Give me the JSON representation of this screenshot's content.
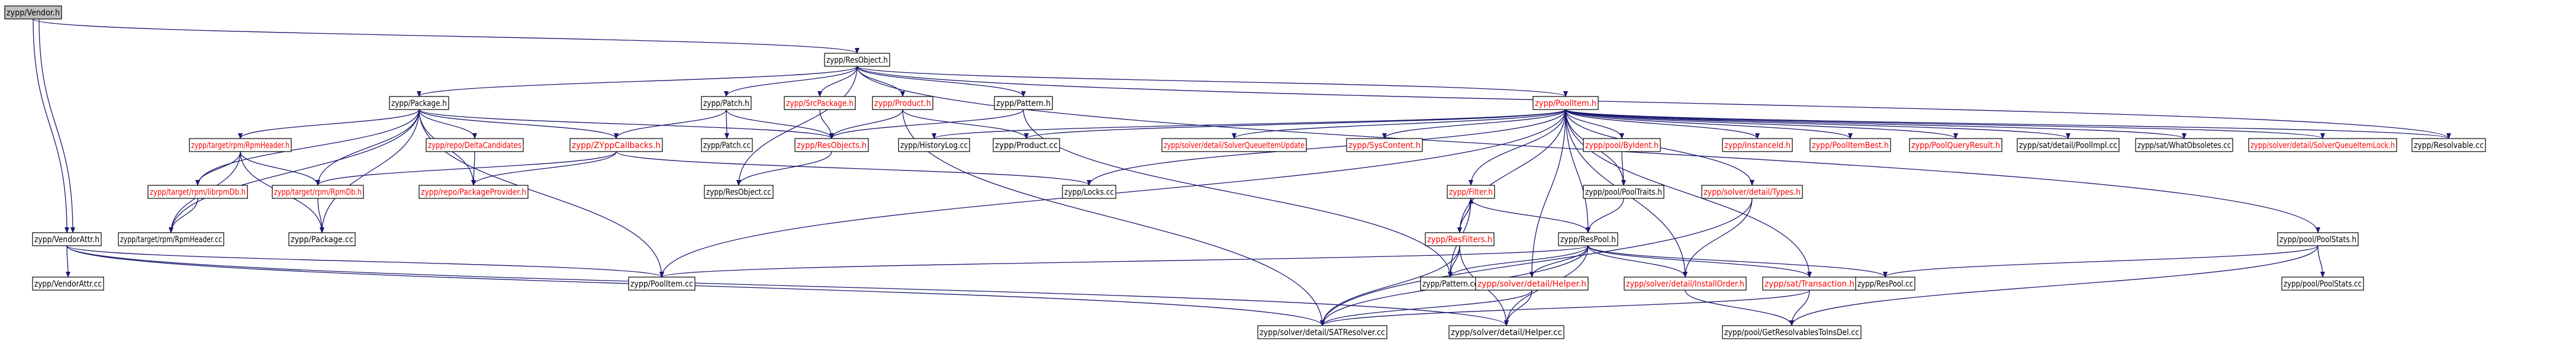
{
  "graph": {
    "colors": {
      "background": "#ffffff",
      "edge": "#191970",
      "root_fill": "#bfbfbf",
      "node_fill": "#ffffff",
      "link_text": "#000000",
      "red_text": "#ff0000"
    },
    "nodes": [
      {
        "id": "vendor_h",
        "label": "zypp/Vendor.h",
        "style": "root"
      },
      {
        "id": "resobject_h",
        "label": "zypp/ResObject.h",
        "style": "normal"
      },
      {
        "id": "package_h",
        "label": "zypp/Package.h",
        "style": "normal"
      },
      {
        "id": "patch_h",
        "label": "zypp/Patch.h",
        "style": "normal"
      },
      {
        "id": "srcpackage_h",
        "label": "zypp/SrcPackage.h",
        "style": "red"
      },
      {
        "id": "product_h",
        "label": "zypp/Product.h",
        "style": "red"
      },
      {
        "id": "pattern_h",
        "label": "zypp/Pattern.h",
        "style": "normal"
      },
      {
        "id": "poolitem_h",
        "label": "zypp/PoolItem.h",
        "style": "red"
      },
      {
        "id": "rpmheader_h",
        "label": "zypp/target/rpm/RpmHeader.h",
        "style": "red"
      },
      {
        "id": "datacandidates_h",
        "label": "zypp/repo/DeltaCandidates",
        "style": "red"
      },
      {
        "id": "zyppcallbacks_h",
        "label": "zypp/ZYppCallbacks.h",
        "style": "red"
      },
      {
        "id": "patch_cc",
        "label": "zypp/Patch.cc",
        "style": "normal"
      },
      {
        "id": "resobjects_h",
        "label": "zypp/ResObjects.h",
        "style": "red"
      },
      {
        "id": "historylog_cc",
        "label": "zypp/HistoryLog.cc",
        "style": "normal"
      },
      {
        "id": "product_cc",
        "label": "zypp/Product.cc",
        "style": "normal"
      },
      {
        "id": "sqiu_h",
        "label": "zypp/solver/detail/SolverQueueItemUpdate",
        "style": "red"
      },
      {
        "id": "syscontent_h",
        "label": "zypp/SysContent.h",
        "style": "red"
      },
      {
        "id": "byident_h",
        "label": "zypp/pool/ByIdent.h",
        "style": "red"
      },
      {
        "id": "instanceid_h",
        "label": "zypp/InstanceId.h",
        "style": "red"
      },
      {
        "id": "poolitembest_h",
        "label": "zypp/PoolItemBest.h",
        "style": "red"
      },
      {
        "id": "poolqueryresult_h",
        "label": "zypp/PoolQueryResult.h",
        "style": "red"
      },
      {
        "id": "poolimpl_cc",
        "label": "zypp/sat/detail/PoolImpl.cc",
        "style": "normal"
      },
      {
        "id": "whatobsoletes_cc",
        "label": "zypp/sat/WhatObsoletes.cc",
        "style": "normal"
      },
      {
        "id": "sqil_h",
        "label": "zypp/solver/detail/SolverQueueItemLock.h",
        "style": "red"
      },
      {
        "id": "resolvable_cc",
        "label": "zypp/Resolvable.cc",
        "style": "normal"
      },
      {
        "id": "librpmdb_h",
        "label": "zypp/target/rpm/librpmDb.h",
        "style": "red"
      },
      {
        "id": "rpmdb_h",
        "label": "zypp/target/rpm/RpmDb.h",
        "style": "red"
      },
      {
        "id": "packageprovider_h",
        "label": "zypp/repo/PackageProvider.h",
        "style": "red"
      },
      {
        "id": "resobject_cc",
        "label": "zypp/ResObject.cc",
        "style": "normal"
      },
      {
        "id": "locks_cc",
        "label": "zypp/Locks.cc",
        "style": "normal"
      },
      {
        "id": "filter_h",
        "label": "zypp/Filter.h",
        "style": "red"
      },
      {
        "id": "pooltraits_h",
        "label": "zypp/pool/PoolTraits.h",
        "style": "normal"
      },
      {
        "id": "types_h",
        "label": "zypp/solver/detail/Types.h",
        "style": "red"
      },
      {
        "id": "vendorattr_h",
        "label": "zypp/VendorAttr.h",
        "style": "normal"
      },
      {
        "id": "rpmheader_cc",
        "label": "zypp/target/rpm/RpmHeader.cc",
        "style": "normal"
      },
      {
        "id": "package_cc",
        "label": "zypp/Package.cc",
        "style": "normal"
      },
      {
        "id": "resfilters_h",
        "label": "zypp/ResFilters.h",
        "style": "red"
      },
      {
        "id": "respool_h",
        "label": "zypp/ResPool.h",
        "style": "normal"
      },
      {
        "id": "poolstats_h",
        "label": "zypp/pool/PoolStats.h",
        "style": "normal"
      },
      {
        "id": "vendorattr_cc",
        "label": "zypp/VendorAttr.cc",
        "style": "normal"
      },
      {
        "id": "poolitem_cc",
        "label": "zypp/PoolItem.cc",
        "style": "normal"
      },
      {
        "id": "pattern_cc",
        "label": "zypp/Pattern.cc",
        "style": "normal"
      },
      {
        "id": "helper_h",
        "label": "zypp/solver/detail/Helper.h",
        "style": "red"
      },
      {
        "id": "installorder_h",
        "label": "zypp/solver/detail/InstallOrder.h",
        "style": "red"
      },
      {
        "id": "transaction_h",
        "label": "zypp/sat/Transaction.h",
        "style": "red"
      },
      {
        "id": "respool_cc",
        "label": "zypp/ResPool.cc",
        "style": "normal"
      },
      {
        "id": "poolstats_cc",
        "label": "zypp/pool/PoolStats.cc",
        "style": "normal"
      },
      {
        "id": "satresolver_cc",
        "label": "zypp/solver/detail/SATResolver.cc",
        "style": "normal"
      },
      {
        "id": "helper_cc",
        "label": "zypp/solver/detail/Helper.cc",
        "style": "normal"
      },
      {
        "id": "getresolvables_cc",
        "label": "zypp/pool/GetResolvablesToInsDel.cc",
        "style": "normal"
      }
    ],
    "edges": [
      [
        "vendor_h",
        "resobject_h"
      ],
      [
        "vendor_h",
        "vendorattr_h"
      ],
      [
        "vendor_h",
        "vendorattr_h"
      ],
      [
        "resobject_h",
        "package_h"
      ],
      [
        "resobject_h",
        "patch_h"
      ],
      [
        "resobject_h",
        "srcpackage_h"
      ],
      [
        "resobject_h",
        "product_h"
      ],
      [
        "resobject_h",
        "pattern_h"
      ],
      [
        "resobject_h",
        "poolitem_h"
      ],
      [
        "resobject_h",
        "resobject_cc"
      ],
      [
        "resobject_h",
        "resolvable_cc"
      ],
      [
        "resobject_h",
        "poolstats_h"
      ],
      [
        "package_h",
        "rpmheader_h"
      ],
      [
        "package_h",
        "datacandidates_h"
      ],
      [
        "package_h",
        "zyppcallbacks_h"
      ],
      [
        "package_h",
        "resobjects_h"
      ],
      [
        "package_h",
        "librpmdb_h"
      ],
      [
        "package_h",
        "rpmdb_h"
      ],
      [
        "package_h",
        "packageprovider_h"
      ],
      [
        "package_h",
        "rpmheader_cc"
      ],
      [
        "package_h",
        "package_cc"
      ],
      [
        "package_h",
        "poolitem_cc"
      ],
      [
        "patch_h",
        "zyppcallbacks_h"
      ],
      [
        "patch_h",
        "patch_cc"
      ],
      [
        "patch_h",
        "resobjects_h"
      ],
      [
        "srcpackage_h",
        "resobjects_h"
      ],
      [
        "product_h",
        "resobjects_h"
      ],
      [
        "product_h",
        "product_cc"
      ],
      [
        "product_h",
        "satresolver_cc"
      ],
      [
        "pattern_h",
        "resobjects_h"
      ],
      [
        "pattern_h",
        "pattern_cc"
      ],
      [
        "rpmheader_h",
        "librpmdb_h"
      ],
      [
        "rpmheader_h",
        "rpmdb_h"
      ],
      [
        "rpmheader_h",
        "rpmheader_cc"
      ],
      [
        "rpmheader_h",
        "package_cc"
      ],
      [
        "datacandidates_h",
        "packageprovider_h"
      ],
      [
        "zyppcallbacks_h",
        "rpmdb_h"
      ],
      [
        "zyppcallbacks_h",
        "packageprovider_h"
      ],
      [
        "zyppcallbacks_h",
        "locks_cc"
      ],
      [
        "resobjects_h",
        "resobject_cc"
      ],
      [
        "rpmdb_h",
        "package_cc"
      ],
      [
        "librpmdb_h",
        "rpmheader_cc"
      ],
      [
        "poolitem_h",
        "historylog_cc"
      ],
      [
        "poolitem_h",
        "product_cc"
      ],
      [
        "poolitem_h",
        "sqiu_h"
      ],
      [
        "poolitem_h",
        "syscontent_h"
      ],
      [
        "poolitem_h",
        "byident_h"
      ],
      [
        "poolitem_h",
        "instanceid_h"
      ],
      [
        "poolitem_h",
        "poolitembest_h"
      ],
      [
        "poolitem_h",
        "poolqueryresult_h"
      ],
      [
        "poolitem_h",
        "poolimpl_cc"
      ],
      [
        "poolitem_h",
        "whatobsoletes_cc"
      ],
      [
        "poolitem_h",
        "sqil_h"
      ],
      [
        "poolitem_h",
        "resolvable_cc"
      ],
      [
        "poolitem_h",
        "locks_cc"
      ],
      [
        "poolitem_h",
        "filter_h"
      ],
      [
        "poolitem_h",
        "pooltraits_h"
      ],
      [
        "poolitem_h",
        "types_h"
      ],
      [
        "poolitem_h",
        "resfilters_h"
      ],
      [
        "poolitem_h",
        "respool_h"
      ],
      [
        "poolitem_h",
        "poolitem_cc"
      ],
      [
        "poolitem_h",
        "transaction_h"
      ],
      [
        "poolitem_h",
        "helper_h"
      ],
      [
        "poolitem_h",
        "installorder_h"
      ],
      [
        "byident_h",
        "pooltraits_h"
      ],
      [
        "pooltraits_h",
        "respool_h"
      ],
      [
        "filter_h",
        "resfilters_h"
      ],
      [
        "filter_h",
        "respool_h"
      ],
      [
        "filter_h",
        "pattern_cc"
      ],
      [
        "resfilters_h",
        "filter_h"
      ],
      [
        "resfilters_h",
        "pattern_cc"
      ],
      [
        "resfilters_h",
        "helper_cc"
      ],
      [
        "resfilters_h",
        "satresolver_cc"
      ],
      [
        "respool_h",
        "pattern_cc"
      ],
      [
        "respool_h",
        "helper_h"
      ],
      [
        "respool_h",
        "installorder_h"
      ],
      [
        "respool_h",
        "transaction_h"
      ],
      [
        "respool_h",
        "respool_cc"
      ],
      [
        "respool_h",
        "satresolver_cc"
      ],
      [
        "respool_h",
        "helper_cc"
      ],
      [
        "respool_h",
        "poolitem_cc"
      ],
      [
        "types_h",
        "installorder_h"
      ],
      [
        "types_h",
        "satresolver_cc"
      ],
      [
        "helper_h",
        "satresolver_cc"
      ],
      [
        "helper_h",
        "helper_cc"
      ],
      [
        "transaction_h",
        "getresolvables_cc"
      ],
      [
        "transaction_h",
        "satresolver_cc"
      ],
      [
        "installorder_h",
        "getresolvables_cc"
      ],
      [
        "poolstats_h",
        "respool_cc"
      ],
      [
        "poolstats_h",
        "poolstats_cc"
      ],
      [
        "poolstats_h",
        "getresolvables_cc"
      ],
      [
        "vendorattr_h",
        "vendorattr_cc"
      ],
      [
        "vendorattr_h",
        "poolitem_cc"
      ],
      [
        "vendorattr_h",
        "satresolver_cc"
      ],
      [
        "vendorattr_h",
        "helper_cc"
      ]
    ]
  }
}
